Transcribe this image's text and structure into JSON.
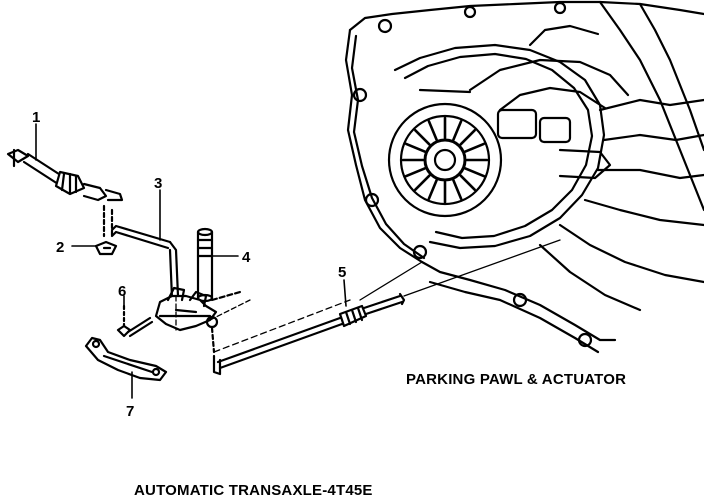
{
  "diagram": {
    "title": "AUTOMATIC TRANSAXLE-4T45E",
    "subtitle": "PARKING PAWL & ACTUATOR",
    "callouts": [
      {
        "id": "1",
        "label": "1"
      },
      {
        "id": "2",
        "label": "2"
      },
      {
        "id": "3",
        "label": "3"
      },
      {
        "id": "4",
        "label": "4"
      },
      {
        "id": "5",
        "label": "5"
      },
      {
        "id": "6",
        "label": "6"
      },
      {
        "id": "7",
        "label": "7"
      }
    ]
  },
  "colors": {
    "ink": "#000000",
    "paper": "#ffffff"
  }
}
